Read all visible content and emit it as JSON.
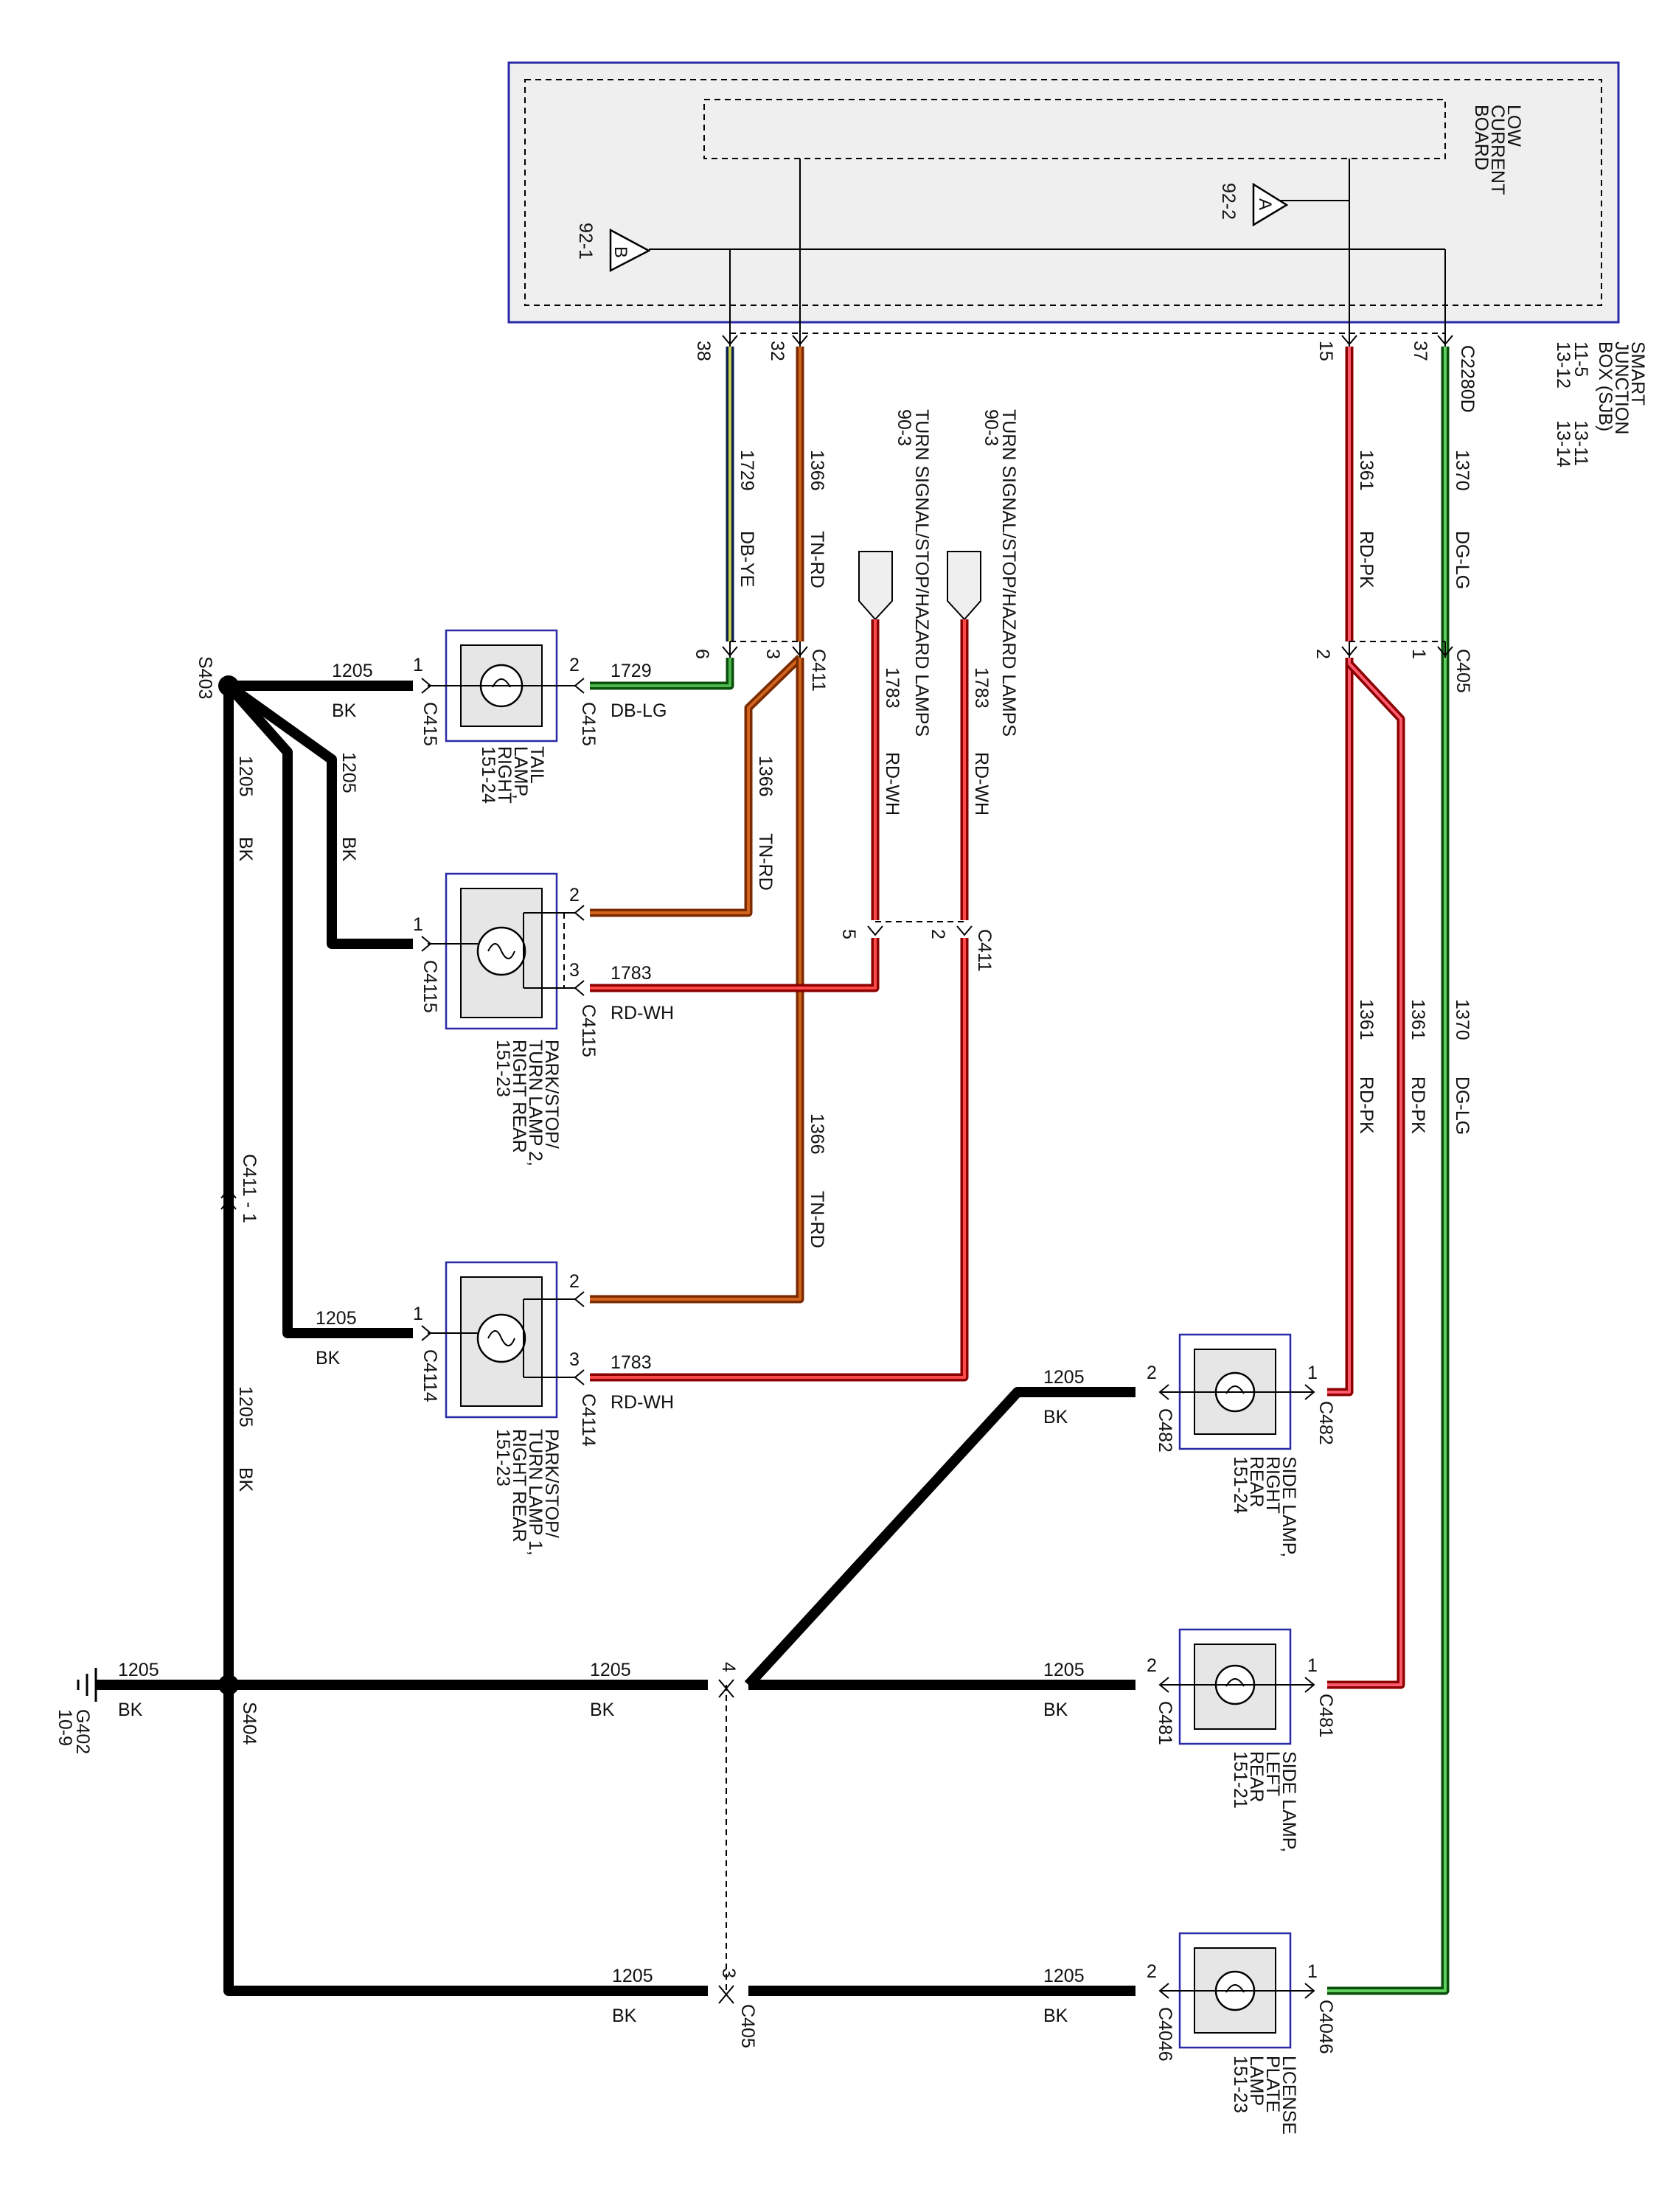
{
  "colors": {
    "TN-RD": {
      "outer": "#7a2b00",
      "inner": "#d2641e"
    },
    "RD-WH": {
      "outer": "#8b0000",
      "inner": "#ff4a4a"
    },
    "RD-PK": {
      "outer": "#8b0000",
      "inner": "#ff5a6e"
    },
    "DG-LG": {
      "outer": "#0b4d0b",
      "inner": "#5dd05d"
    },
    "DB-YE": {
      "outer": "#0b1e4d",
      "inner": "#c8d24a"
    },
    "DB-LG": {
      "outer": "#0b4d0b",
      "inner": "#4ab84a"
    },
    "BK": "#000000",
    "module_frame": "#2a2aa8",
    "module_fill": "#efefef"
  },
  "sjb": {
    "title_lines": [
      "SMART",
      "JUNCTION",
      "BOX (SJB)"
    ],
    "refs_row1": [
      "11-5",
      "13-11"
    ],
    "refs_row2": [
      "13-12",
      "13-14"
    ],
    "connector": "C2280D",
    "board_lines": [
      "LOW",
      "CURRENT",
      "BOARD"
    ],
    "gate_a": "A",
    "gate_a_ref": "92-2",
    "gate_b": "B",
    "gate_b_ref": "92-1",
    "pins": {
      "p38": "38",
      "p32": "32",
      "p15": "15",
      "p37": "37"
    }
  },
  "wires": {
    "w1729_id": "1729",
    "w1729_color": "DB-YE",
    "w1729b_id": "1729",
    "w1729b_color": "DB-LG",
    "w1366_id": "1366",
    "w1366_color": "TN-RD",
    "w1361_id": "1361",
    "w1361_color": "RD-PK",
    "w1370_id": "1370",
    "w1370_color": "DG-LG",
    "w1783_id": "1783",
    "w1783_color": "RD-WH",
    "w1205_id": "1205",
    "w1205_color": "BK"
  },
  "turn_inputs": {
    "label1": "TURN SIGNAL/STOP/HAZARD LAMPS",
    "ref1": "90-3",
    "label2": "TURN SIGNAL/STOP/HAZARD LAMPS",
    "ref2": "90-3"
  },
  "connectors": {
    "c411": "C411",
    "c411_pin6": "6",
    "c411_pin3": "3",
    "c411_pin5": "5",
    "c411_pin2": "2",
    "c405": "C405",
    "c405_pin2": "2",
    "c405_pin1": "1",
    "c405_pin4": "4",
    "c405_pin3": "3",
    "c411_1": "C411 - 1"
  },
  "tail_lamp": {
    "lines": [
      "TAIL",
      "LAMP,",
      "RIGHT",
      "151-24"
    ],
    "conn": "C415",
    "pin1": "1",
    "pin2": "2"
  },
  "turn_lamp2": {
    "lines": [
      "PARK/STOP/",
      "TURN LAMP 2,",
      "RIGHT REAR",
      "151-23"
    ],
    "conn": "C4115",
    "pin1": "1",
    "pin2": "2",
    "pin3": "3"
  },
  "turn_lamp1": {
    "lines": [
      "PARK/STOP/",
      "TURN LAMP 1,",
      "RIGHT REAR",
      "151-23"
    ],
    "conn": "C4114",
    "pin1": "1",
    "pin2": "2",
    "pin3": "3"
  },
  "side_lamp_right": {
    "lines": [
      "SIDE LAMP,",
      "RIGHT",
      "REAR",
      "151-24"
    ],
    "conn": "C482",
    "pin1": "1",
    "pin2": "2"
  },
  "side_lamp_left": {
    "lines": [
      "SIDE LAMP,",
      "LEFT",
      "REAR",
      "151-21"
    ],
    "conn": "C481",
    "pin1": "1",
    "pin2": "2"
  },
  "license_lamp": {
    "lines": [
      "LICENSE",
      "PLATE",
      "LAMP",
      "151-23"
    ],
    "conn": "C4046",
    "pin1": "1",
    "pin2": "2"
  },
  "splices": {
    "s403": "S403",
    "s404": "S404"
  },
  "ground": {
    "id": "G402",
    "ref": "10-9"
  }
}
